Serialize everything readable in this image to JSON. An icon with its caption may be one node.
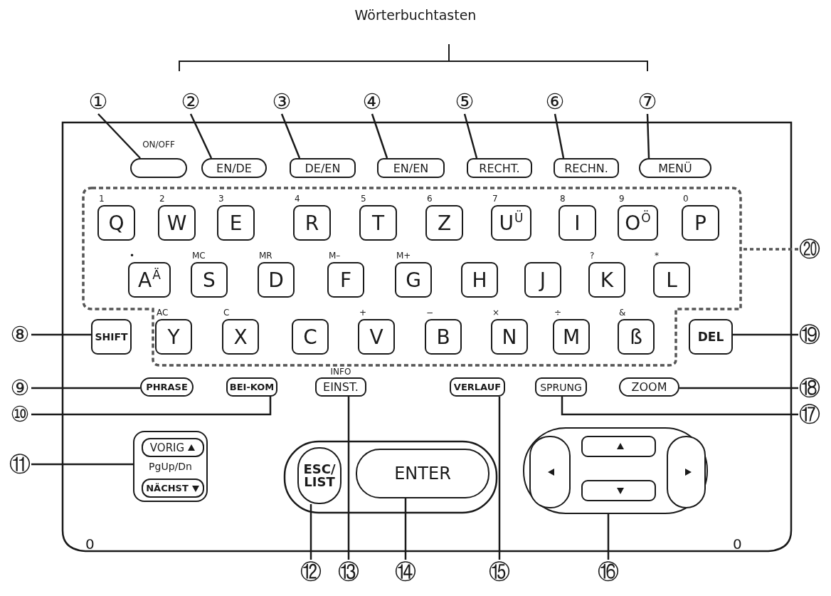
{
  "diagram": {
    "title": "Wörterbuchtasten",
    "nodes": [
      {
        "text": [
          "①"
        ]
      },
      {
        "text": [
          "②"
        ]
      },
      {
        "text": [
          "③"
        ]
      },
      {
        "text": [
          "④"
        ]
      },
      {
        "text": [
          "⑤"
        ]
      },
      {
        "text": [
          "⑥"
        ]
      },
      {
        "text": [
          "⑦"
        ]
      },
      {
        "text": [],
        "shape": "box",
        "beside": [
          "ON/OFF"
        ]
      },
      {
        "text": [
          "EN/DE"
        ]
      },
      {
        "text": [
          "DE/EN"
        ]
      },
      {
        "text": [
          "EN/EN"
        ]
      },
      {
        "text": [
          "RECHT."
        ]
      },
      {
        "text": [
          "RECHN."
        ]
      },
      {
        "text": [
          "MENÜ"
        ]
      },
      {
        "text": [],
        "shape": "box"
      },
      {
        "text": [
          "⑳"
        ]
      },
      {
        "text": [
          "Q"
        ],
        "in": 14,
        "beside": [
          "1"
        ]
      },
      {
        "text": [
          "W"
        ],
        "in": 14,
        "beside": [
          "2"
        ]
      },
      {
        "text": [
          "E"
        ],
        "in": 14,
        "beside": [
          "3"
        ]
      },
      {
        "text": [
          "R"
        ],
        "in": 14,
        "beside": [
          "4"
        ]
      },
      {
        "text": [
          "T"
        ],
        "in": 14,
        "beside": [
          "5"
        ]
      },
      {
        "text": [
          "Z"
        ],
        "in": 14,
        "beside": [
          "6"
        ]
      },
      {
        "text": [
          "U",
          "Ü"
        ],
        "in": 14,
        "beside": [
          "7"
        ]
      },
      {
        "text": [
          "I"
        ],
        "in": 14,
        "beside": [
          "8"
        ]
      },
      {
        "text": [
          "O",
          "Ö"
        ],
        "in": 14,
        "beside": [
          "9"
        ]
      },
      {
        "text": [
          "P"
        ],
        "in": 14,
        "beside": [
          "0"
        ]
      },
      {
        "text": [
          "A",
          "Ä"
        ],
        "in": 14,
        "beside": [
          "•"
        ]
      },
      {
        "text": [
          "S"
        ],
        "in": 14,
        "beside": [
          "MC"
        ]
      },
      {
        "text": [
          "D"
        ],
        "in": 14,
        "beside": [
          "MR"
        ]
      },
      {
        "text": [
          "F"
        ],
        "in": 14,
        "beside": [
          "M–"
        ]
      },
      {
        "text": [
          "G"
        ],
        "in": 14,
        "beside": [
          "M+"
        ]
      },
      {
        "text": [
          "H"
        ],
        "in": 14
      },
      {
        "text": [
          "J"
        ],
        "in": 14
      },
      {
        "text": [
          "K"
        ],
        "in": 14,
        "beside": [
          "?"
        ]
      },
      {
        "text": [
          "L"
        ],
        "in": 14,
        "beside": [
          "*"
        ]
      },
      {
        "text": [
          "⑧"
        ]
      },
      {
        "text": [
          "SHIFT"
        ]
      },
      {
        "text": [
          "Y"
        ],
        "in": 14,
        "beside": [
          "AC"
        ]
      },
      {
        "text": [
          "X"
        ],
        "in": 14,
        "beside": [
          "C"
        ]
      },
      {
        "text": [
          "C"
        ],
        "in": 14
      },
      {
        "text": [
          "V"
        ],
        "in": 14,
        "beside": [
          "+"
        ]
      },
      {
        "text": [
          "B"
        ],
        "in": 14,
        "beside": [
          "−"
        ]
      },
      {
        "text": [
          "N"
        ],
        "in": 14,
        "beside": [
          "×"
        ]
      },
      {
        "text": [
          "M"
        ],
        "in": 14,
        "beside": [
          "÷"
        ]
      },
      {
        "text": [
          "ß"
        ],
        "in": 14,
        "beside": [
          "&"
        ]
      },
      {
        "text": [
          "DEL"
        ]
      },
      {
        "text": [
          "⑲"
        ]
      },
      {
        "text": [
          "⑨"
        ]
      },
      {
        "text": [
          "PHRASE"
        ]
      },
      {
        "text": [
          "BEI-KOM"
        ]
      },
      {
        "text": [
          "EINST."
        ],
        "beside": [
          "INFO"
        ]
      },
      {
        "text": [
          "VERLAUF"
        ]
      },
      {
        "text": [
          "SPRUNG"
        ]
      },
      {
        "text": [
          "ZOOM"
        ]
      },
      {
        "text": [
          "⑱"
        ]
      },
      {
        "text": [
          "⑩"
        ]
      },
      {
        "text": [
          "⑰"
        ]
      },
      {
        "text": [
          "⑪"
        ]
      },
      {
        "text": [
          "PgUp/Dn"
        ]
      },
      {
        "text": [
          "VORIG"
        ],
        "in": 58
      },
      {
        "text": [
          "NÄCHST"
        ],
        "in": 58
      },
      {
        "text": [
          "ESC/ LIST"
        ]
      },
      {
        "text": [
          "ENTER"
        ]
      },
      {
        "text": [],
        "shape": "box"
      },
      {
        "text": [],
        "shape": "box",
        "in": 63
      },
      {
        "text": [],
        "shape": "box",
        "in": 63
      },
      {
        "text": [],
        "shape": "box",
        "in": 63
      },
      {
        "text": [],
        "shape": "box",
        "in": 63
      },
      {
        "text": [
          "⑫"
        ]
      },
      {
        "text": [
          "⑬"
        ]
      },
      {
        "text": [
          "⑭"
        ]
      },
      {
        "text": [
          "⑮"
        ]
      },
      {
        "text": [
          "⑯"
        ]
      }
    ],
    "edges": [
      {
        "from": 0,
        "to": 7,
        "arrow": "none"
      },
      {
        "from": 1,
        "to": 8,
        "arrow": "none"
      },
      {
        "from": 2,
        "to": 9,
        "arrow": "none"
      },
      {
        "from": 3,
        "to": 10,
        "arrow": "none"
      },
      {
        "from": 4,
        "to": 11,
        "arrow": "none"
      },
      {
        "from": 5,
        "to": 12,
        "arrow": "none"
      },
      {
        "from": 6,
        "to": 13,
        "arrow": "none"
      },
      {
        "from": 15,
        "to": 14,
        "arrow": "none",
        "style": "dashed"
      },
      {
        "from": 35,
        "to": 36,
        "arrow": "none"
      },
      {
        "from": 46,
        "to": 45,
        "arrow": "none"
      },
      {
        "from": 47,
        "to": 48,
        "arrow": "none"
      },
      {
        "from": 55,
        "to": 49,
        "arrow": "none"
      },
      {
        "from": 54,
        "to": 53,
        "arrow": "none"
      },
      {
        "from": 56,
        "to": 52,
        "arrow": "none"
      },
      {
        "from": 57,
        "to": 58,
        "arrow": "none"
      },
      {
        "from": 68,
        "to": 61,
        "arrow": "none"
      },
      {
        "from": 69,
        "to": 50,
        "arrow": "none"
      },
      {
        "from": 70,
        "to": 62,
        "arrow": "none"
      },
      {
        "from": 71,
        "to": 51,
        "arrow": "none"
      },
      {
        "from": 72,
        "to": 63,
        "arrow": "none"
      }
    ],
    "labels": [
      "0",
      "0"
    ]
  }
}
